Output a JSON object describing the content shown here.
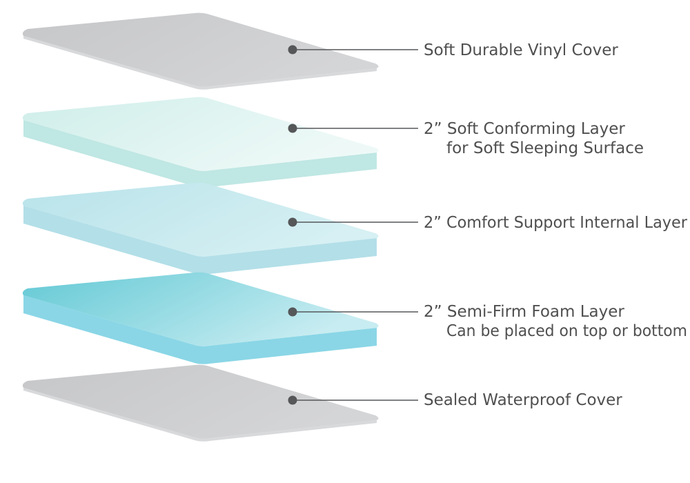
{
  "diagram": {
    "layers": [
      {
        "id": "vinyl-cover",
        "line1": "Soft Durable Vinyl Cover",
        "line2": "",
        "colors": {
          "top": "#c6c7c9",
          "top_light": "#d4d5d7",
          "edge": "#d8d9db"
        }
      },
      {
        "id": "soft-conforming",
        "line1": "2” Soft Conforming Layer",
        "line2": "for Soft Sleeping Surface",
        "colors": {
          "top": "#cfeeea",
          "top_light": "#eef9f7",
          "edge": "#bfe7e3"
        }
      },
      {
        "id": "comfort-support",
        "line1": "2” Comfort Support Internal Layer",
        "line2": "",
        "colors": {
          "top": "#b8e3ea",
          "top_light": "#d6f0f3",
          "edge": "#b3dfe8"
        }
      },
      {
        "id": "semi-firm",
        "line1": "2” Semi-Firm Foam Layer",
        "line2": "Can be placed on top or bottom",
        "colors": {
          "top": "#63c9d5",
          "top_light": "#c7ecf1",
          "edge": "#8ad6e6"
        }
      },
      {
        "id": "waterproof-cover",
        "line1": "Sealed Waterproof Cover",
        "line2": "",
        "colors": {
          "top": "#c6c7c9",
          "top_light": "#d4d5d7",
          "edge": "#d8d9db"
        }
      }
    ],
    "callout": {
      "dot_color": "#555759",
      "line_color": "#555759",
      "text_color": "#4f4f4f"
    }
  }
}
